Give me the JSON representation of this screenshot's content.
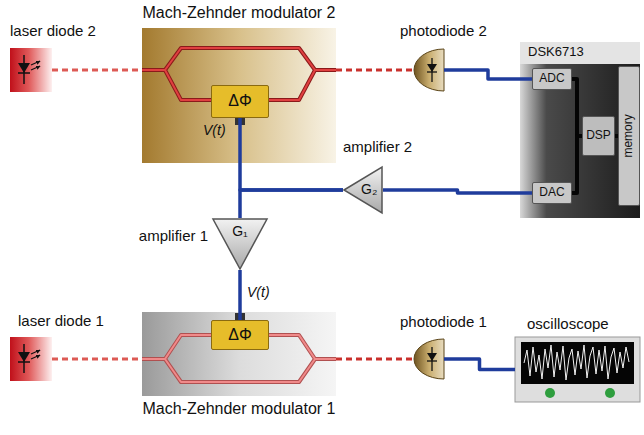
{
  "diagram": {
    "nodes": [
      {
        "text": [
          "laser diode 2"
        ]
      },
      {
        "text": [
          "Mach-Zehnder modulator 2"
        ]
      },
      {
        "text": [
          "ΔΦ"
        ],
        "in": 1
      },
      {
        "text": [
          "photodiode 2"
        ]
      },
      {
        "text": [
          "DSK6713"
        ]
      },
      {
        "text": [
          "ADC"
        ],
        "in": 4
      },
      {
        "text": [
          "DSP"
        ],
        "in": 4
      },
      {
        "text": [
          "memory"
        ],
        "in": 4
      },
      {
        "text": [
          "DAC"
        ],
        "in": 4
      },
      {
        "text": [
          "amplifier 2",
          "G₂"
        ]
      },
      {
        "text": [
          "amplifier 1",
          "G₁"
        ]
      },
      {
        "text": [
          "laser diode 1"
        ]
      },
      {
        "text": [
          "Mach-Zehnder modulator 1"
        ]
      },
      {
        "text": [
          "ΔΦ"
        ],
        "in": 12
      },
      {
        "text": [
          "photodiode 1"
        ]
      },
      {
        "text": [
          "oscilloscope"
        ]
      }
    ],
    "edges": [
      {
        "from": 0,
        "to": 1,
        "arrow": "none"
      },
      {
        "from": 1,
        "to": 3,
        "arrow": "none"
      },
      {
        "from": 3,
        "to": 5,
        "arrow": "none"
      },
      {
        "from": 5,
        "to": 6,
        "arrow": "none"
      },
      {
        "from": 6,
        "to": 7,
        "arrow": "none"
      },
      {
        "from": 6,
        "to": 8,
        "arrow": "none"
      },
      {
        "from": 8,
        "to": 9,
        "arrow": "none"
      },
      {
        "from": 9,
        "to": 2,
        "arrow": "none"
      },
      {
        "from": 9,
        "to": 10,
        "arrow": "none"
      },
      {
        "from": 10,
        "to": 13,
        "arrow": "none"
      },
      {
        "from": 11,
        "to": 12,
        "arrow": "none"
      },
      {
        "from": 12,
        "to": 14,
        "arrow": "none"
      },
      {
        "from": 14,
        "to": 15,
        "arrow": "none"
      }
    ],
    "labels": [
      "V(t)",
      "V(t)"
    ]
  }
}
